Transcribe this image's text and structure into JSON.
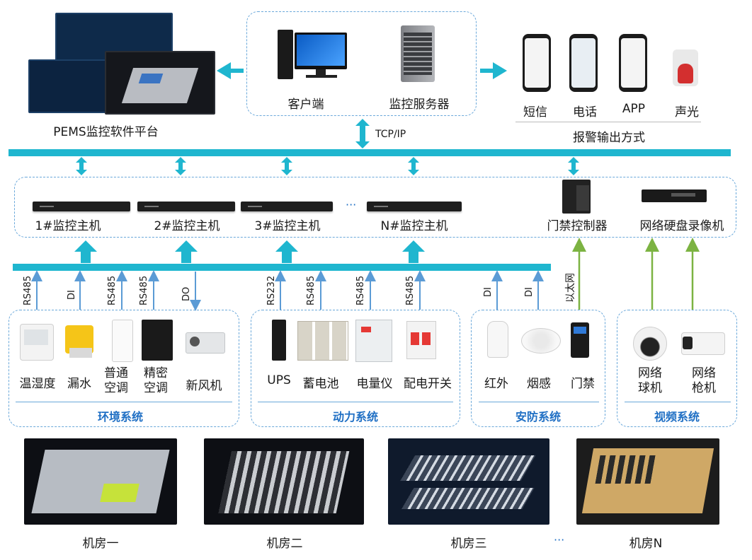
{
  "top": {
    "platform_label": "PEMS监控软件平台",
    "client_label": "客户端",
    "server_label": "监控服务器",
    "tcp_label": "TCP/IP",
    "alarm": {
      "items": [
        "短信",
        "电话",
        "APP",
        "声光"
      ],
      "title": "报警输出方式"
    }
  },
  "hosts": {
    "items": [
      "1#监控主机",
      "2#监控主机",
      "3#监控主机",
      "N#监控主机"
    ],
    "ellipsis": "···",
    "access_label": "门禁控制器",
    "nvr_label": "网络硬盘录像机"
  },
  "signals": {
    "env": [
      "RS485",
      "DI",
      "RS485",
      "RS485",
      "DO"
    ],
    "power": [
      "RS232",
      "RS485",
      "RS485",
      "RS485"
    ],
    "security": [
      "DI",
      "DI"
    ],
    "ethernet": "以太网"
  },
  "systems": {
    "env": {
      "title": "环境系统",
      "items": [
        "温湿度",
        "漏水",
        "普通空调",
        "精密空调",
        "新风机"
      ]
    },
    "power": {
      "title": "动力系统",
      "items": [
        "UPS",
        "蓄电池",
        "电量仪",
        "配电开关"
      ]
    },
    "security": {
      "title": "安防系统",
      "items": [
        "红外",
        "烟感",
        "门禁"
      ]
    },
    "video": {
      "title": "视频系统",
      "items": [
        "网络球机",
        "网络枪机"
      ]
    }
  },
  "rooms": {
    "items": [
      "机房一",
      "机房二",
      "机房三",
      "机房N"
    ],
    "ellipsis": "···"
  },
  "colors": {
    "bus": "#1fb6cf",
    "dash": "#6aa8da",
    "signal": "#5b9bd5",
    "ethernet": "#7cb342",
    "title": "#1f6fc4"
  }
}
